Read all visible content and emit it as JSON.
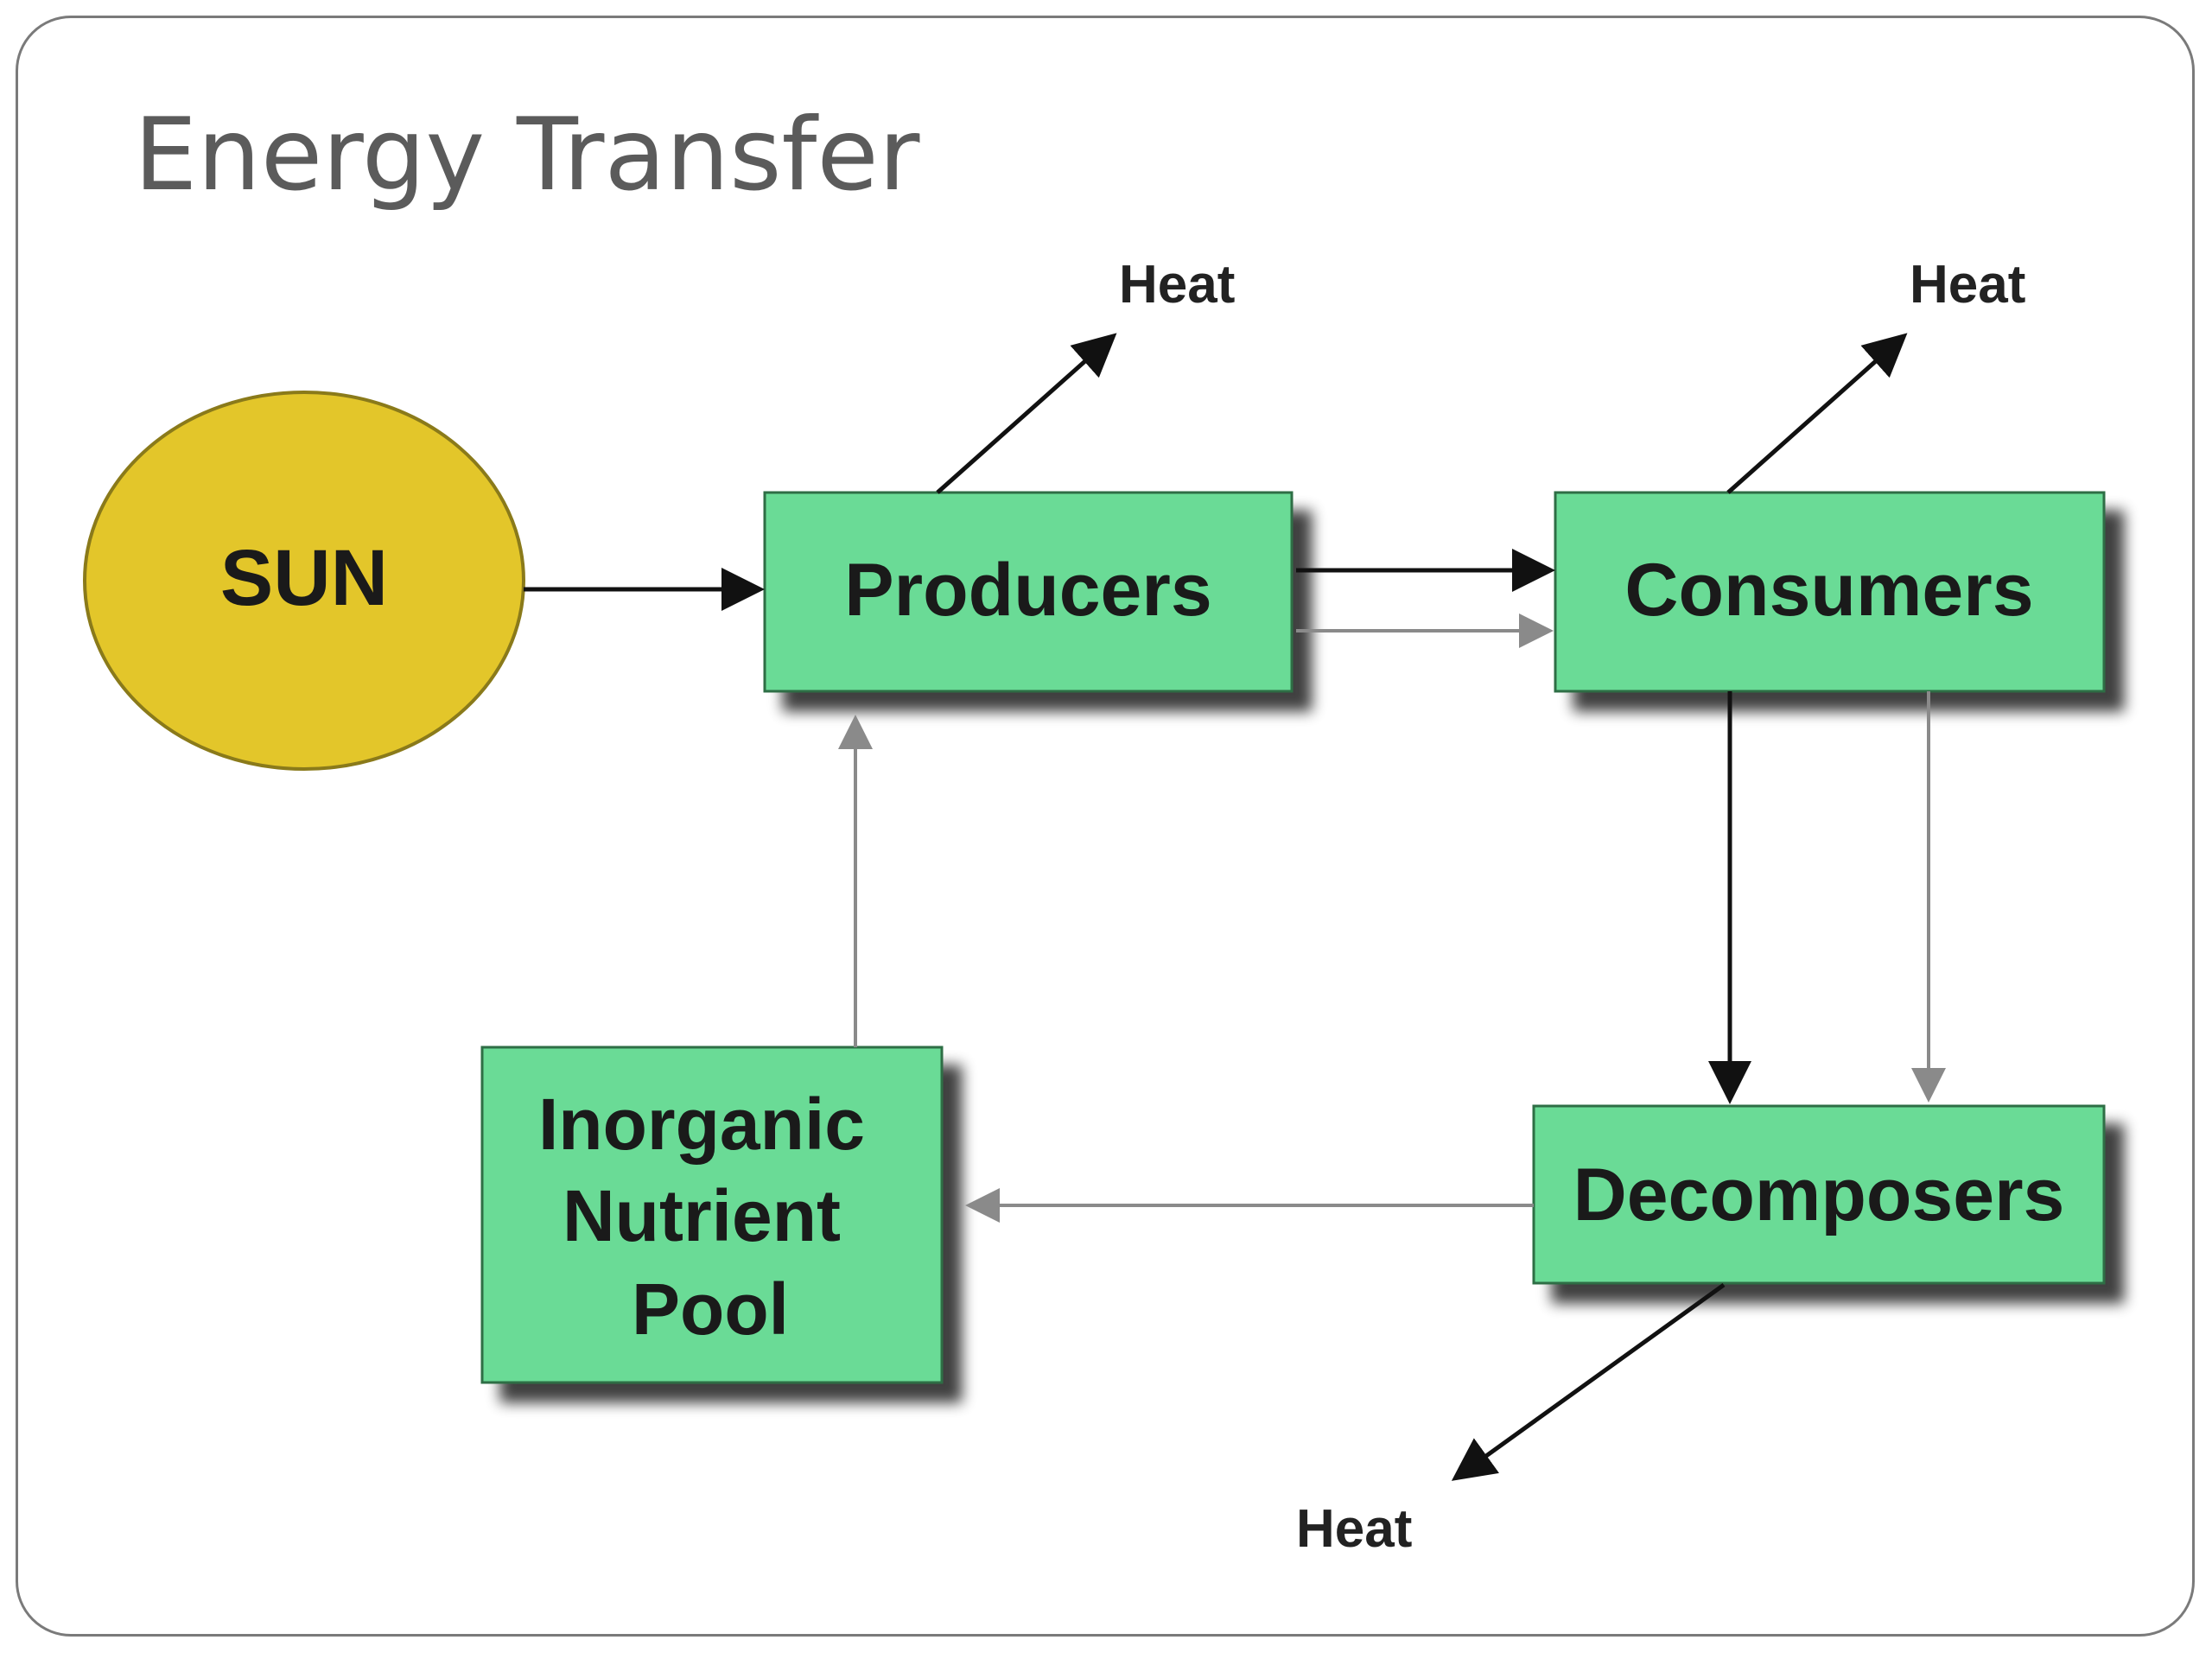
{
  "slide": {
    "title": "Energy Transfer"
  },
  "diagram": {
    "nodes": {
      "sun": "SUN",
      "producers": "Producers",
      "consumers": "Consumers",
      "decomposers": "Decomposers",
      "nutrient_pool": [
        "Inorganic",
        "Nutrient",
        "Pool"
      ]
    },
    "heat_labels": [
      "Heat",
      "Heat",
      "Heat"
    ],
    "colors": {
      "sun_fill": "#E3C62A",
      "sun_stroke": "#8A7A1A",
      "box_fill": "#6ADB96",
      "box_stroke": "#2E6E45",
      "energy_arrow": "#111111",
      "nutrient_arrow": "#8A8A8A",
      "title_text": "#5B5B5B"
    }
  }
}
